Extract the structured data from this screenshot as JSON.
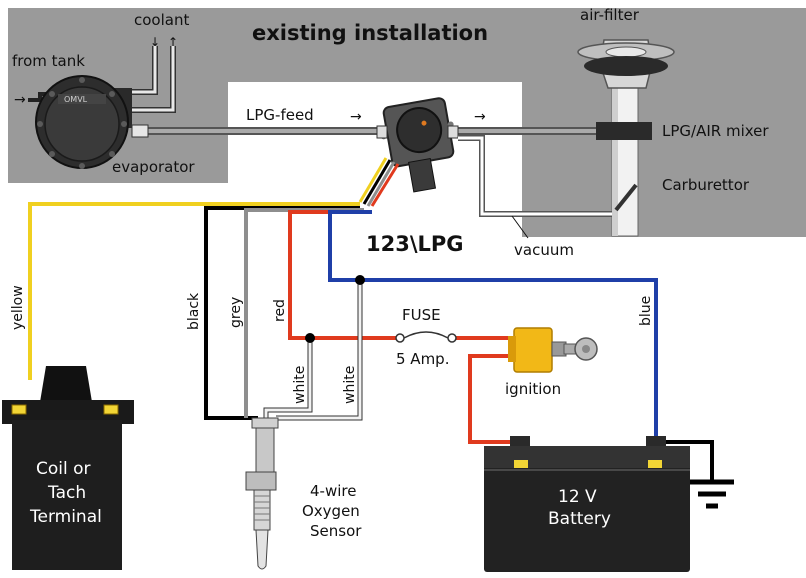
{
  "title": "existing installation",
  "brand": "123\\LPG",
  "labels": {
    "coolant": "coolant",
    "air_filter": "air-filter",
    "from_tank": "from tank",
    "lpg_feed": "LPG-feed",
    "lpg_air_mixer": "LPG/AIR mixer",
    "evaporator": "evaporator",
    "carburettor": "Carburettor",
    "vacuum": "vacuum",
    "fuse": "FUSE",
    "fuse_rating": "5 Amp.",
    "ignition": "ignition",
    "sensor": [
      "4-wire",
      "Oxygen",
      "Sensor"
    ],
    "coil": [
      "Coil or",
      "Tach",
      "Terminal"
    ],
    "battery": [
      "12 V",
      "Battery"
    ],
    "evaporator_badge": "OMVL"
  },
  "wires": {
    "yellow": "yellow",
    "black": "black",
    "grey": "grey",
    "red": "red",
    "white_1": "white",
    "white_2": "white",
    "blue": "blue"
  },
  "colors": {
    "panel": "#9a9a9a",
    "wire_yellow": "#f0d020",
    "wire_red": "#e03a1e",
    "wire_blue": "#1f3fa8",
    "wire_black": "#000000",
    "wire_grey": "#8e8e8e",
    "wire_white": "#f2f2f2",
    "ignition_body": "#f2b817",
    "terminal_yellow": "#f2d535"
  }
}
